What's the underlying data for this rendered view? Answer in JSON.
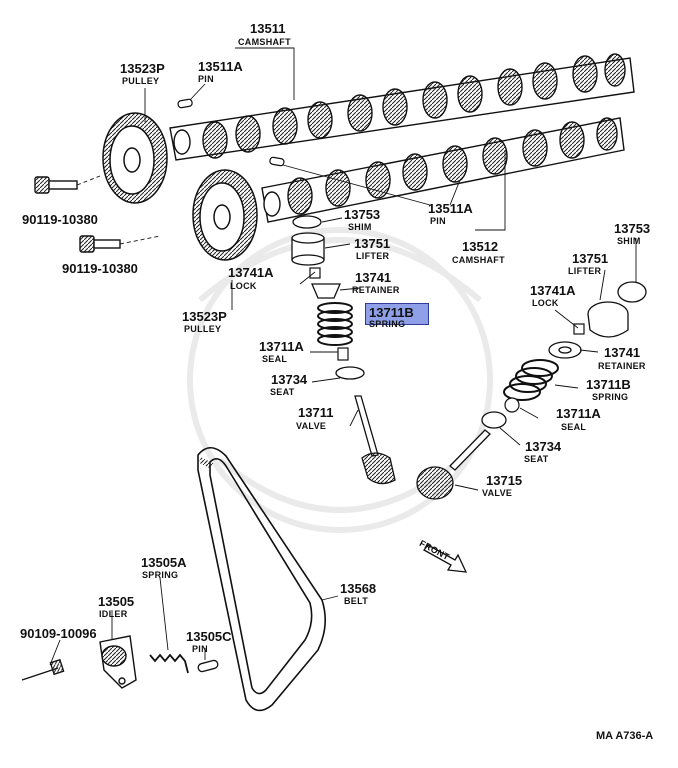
{
  "parts": {
    "camshaft_upper": {
      "number": "13511",
      "label": "CAMSHAFT"
    },
    "pin_upper": {
      "number": "13511A",
      "label": "PIN"
    },
    "pulley_upper": {
      "number": "13523P",
      "label": "PULLEY"
    },
    "bolt_a": {
      "number": "90119-10380"
    },
    "bolt_b": {
      "number": "90119-10380"
    },
    "shim_left": {
      "number": "13753",
      "label": "SHIM"
    },
    "pin_lower": {
      "number": "13511A",
      "label": "PIN"
    },
    "camshaft_lower": {
      "number": "13512",
      "label": "CAMSHAFT"
    },
    "lifter_left": {
      "number": "13751",
      "label": "LIFTER"
    },
    "lock_left": {
      "number": "13741A",
      "label": "LOCK"
    },
    "retainer_left": {
      "number": "13741",
      "label": "RETAINER"
    },
    "spring_left": {
      "number": "13711B",
      "label": "SPRING"
    },
    "pulley_lower": {
      "number": "13523P",
      "label": "PULLEY"
    },
    "seal_left": {
      "number": "13711A",
      "label": "SEAL"
    },
    "seat_left": {
      "number": "13734",
      "label": "SEAT"
    },
    "valve_left": {
      "number": "13711",
      "label": "VALVE"
    },
    "shim_right": {
      "number": "13753",
      "label": "SHIM"
    },
    "lifter_right": {
      "number": "13751",
      "label": "LIFTER"
    },
    "lock_right": {
      "number": "13741A",
      "label": "LOCK"
    },
    "retainer_right": {
      "number": "13741",
      "label": "RETAINER"
    },
    "spring_right": {
      "number": "13711B",
      "label": "SPRING"
    },
    "seal_right": {
      "number": "13711A",
      "label": "SEAL"
    },
    "seat_right": {
      "number": "13734",
      "label": "SEAT"
    },
    "valve_right": {
      "number": "13715",
      "label": "VALVE"
    },
    "idler_spring": {
      "number": "13505A",
      "label": "SPRING"
    },
    "belt": {
      "number": "13568",
      "label": "BELT"
    },
    "idler": {
      "number": "13505",
      "label": "IDLER"
    },
    "bolt_idler": {
      "number": "90109-10096"
    },
    "idler_pin": {
      "number": "13505C",
      "label": "PIN"
    }
  },
  "front_marker": "FRONT",
  "figure_ref": "MA  A736-A",
  "highlight_color": "#8fa0e8"
}
